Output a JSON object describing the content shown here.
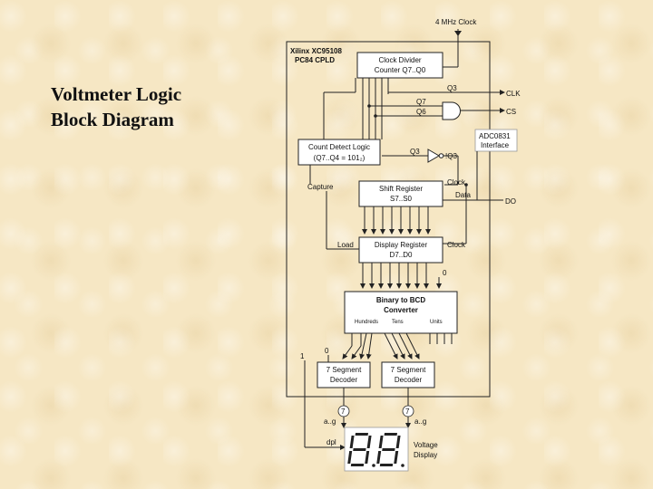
{
  "title": {
    "line1": "Voltmeter Logic",
    "line2": "Block Diagram"
  },
  "cpld": {
    "line1": "Xilinx  XC95108",
    "line2": "PC84  CPLD"
  },
  "external": {
    "clock_in": "4 MHz Clock",
    "clk": "CLK",
    "cs": "CS",
    "adc_line1": "ADC0831",
    "adc_line2": "Interface",
    "do": "DO",
    "voltage_line1": "Voltage",
    "voltage_line2": "Display"
  },
  "blocks": {
    "clock_divider": {
      "line1": "Clock Divider",
      "line2": "Counter Q7..Q0"
    },
    "count_detect": {
      "line1": "Count Detect Logic",
      "line2": "(Q7..Q4 = 101₂)"
    },
    "shift_register": {
      "line1": "Shift Register",
      "line2": "S7..S0"
    },
    "display_register": {
      "line1": "Display Register",
      "line2": "D7..D0"
    },
    "bcd": {
      "line1": "Binary to BCD",
      "line2": "Converter"
    },
    "seg_left": {
      "line1": "7 Segment",
      "line2": "Decoder"
    },
    "seg_right": {
      "line1": "7 Segment",
      "line2": "Decoder"
    }
  },
  "signals": {
    "q3_top": "Q3",
    "q7": "Q7",
    "q6": "Q6",
    "q3_inv": "Q3",
    "iq3": "!Q3",
    "capture": "Capture",
    "clock_sr": "Clock",
    "data": "Data",
    "load": "Load",
    "clock_dr": "Clock",
    "zero_dr": "0",
    "hundreds": "Hundreds",
    "tens": "Tens",
    "units": "Units",
    "zero_seg": "0",
    "one_dp": "1",
    "bus7_left": "7",
    "bus7_right": "7",
    "ag_left": "a..g",
    "ag_right": "a..g",
    "dpl": "dpl"
  },
  "display": {
    "digit1": "8",
    "digit2": "8"
  }
}
